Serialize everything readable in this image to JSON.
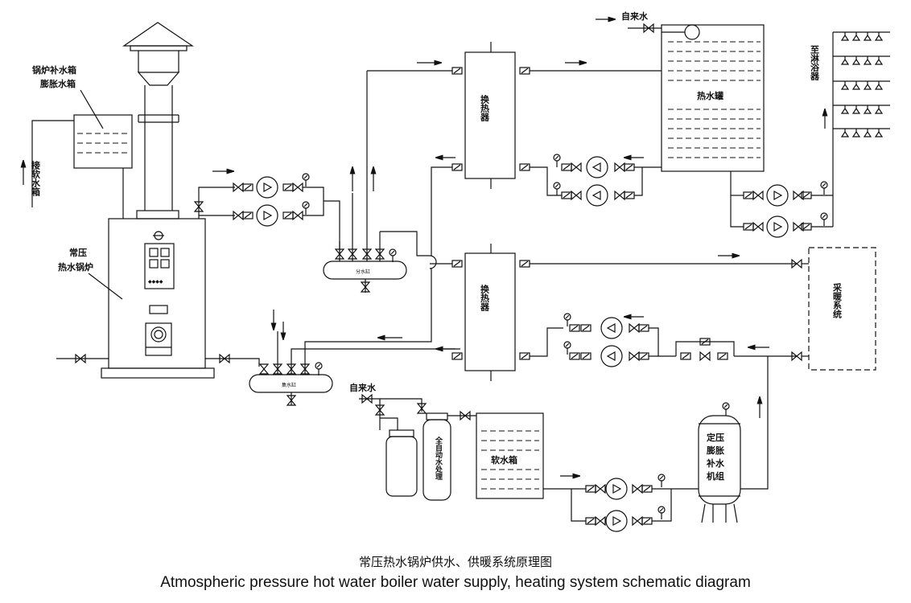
{
  "labels": {
    "boiler_makeup_tank": [
      "锅炉补水箱",
      "膨胀水箱"
    ],
    "to_soft_tank": "接软水箱",
    "boiler": [
      "常压",
      "热水锅炉"
    ],
    "heat_exchanger": "换热器",
    "city_water": "自来水",
    "hot_water_tank": "热水罐",
    "to_shower": "至淋浴器",
    "heating_system": "采暖系统",
    "soft_water_tank": "软水箱",
    "water_treatment": "全自动水处理",
    "pressure_unit": [
      "定压",
      "膨胀",
      "补水",
      "机组"
    ],
    "supply_header": "分水缸",
    "return_header": "集水缸"
  },
  "captions": {
    "zh": "常压热水锅炉供水、供暖系统原理图",
    "en": "Atmospheric pressure hot water boiler water supply, heating system schematic diagram"
  }
}
